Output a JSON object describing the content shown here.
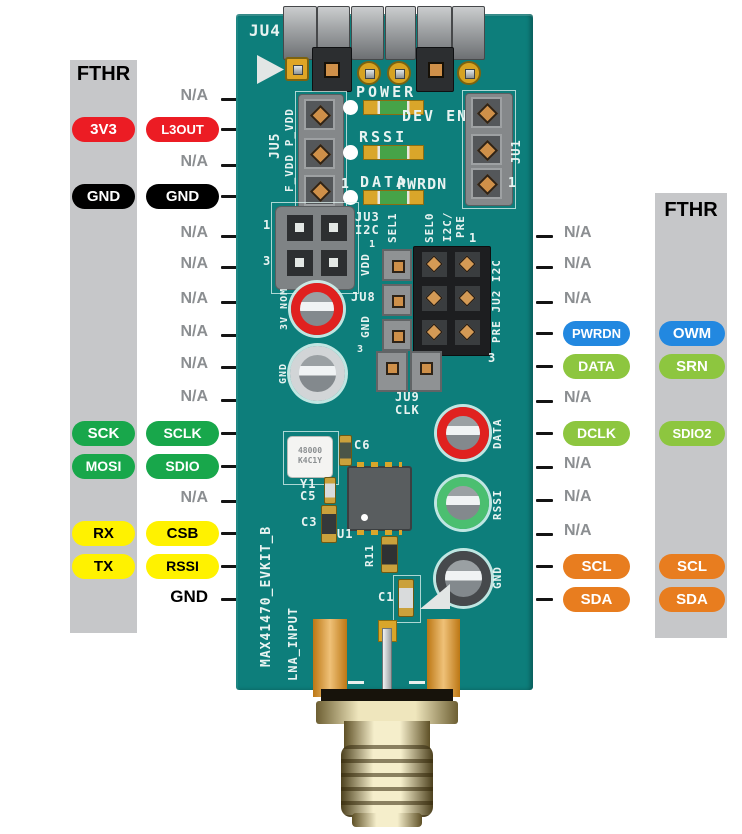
{
  "left_panel": {
    "header": "FTHR",
    "rows": [
      {
        "board": {
          "text": "N/A",
          "style": "na"
        },
        "fthr": null
      },
      {
        "board": {
          "text": "L3OUT",
          "style": "red"
        },
        "fthr": {
          "text": "3V3",
          "style": "red"
        }
      },
      {
        "board": {
          "text": "N/A",
          "style": "na"
        },
        "fthr": null
      },
      {
        "board": {
          "text": "GND",
          "style": "black"
        },
        "fthr": {
          "text": "GND",
          "style": "black"
        }
      },
      {
        "board": {
          "text": "N/A",
          "style": "na"
        },
        "fthr": null
      },
      {
        "board": {
          "text": "N/A",
          "style": "na"
        },
        "fthr": null
      },
      {
        "board": {
          "text": "N/A",
          "style": "na"
        },
        "fthr": null
      },
      {
        "board": {
          "text": "N/A",
          "style": "na"
        },
        "fthr": null
      },
      {
        "board": {
          "text": "N/A",
          "style": "na"
        },
        "fthr": null
      },
      {
        "board": {
          "text": "N/A",
          "style": "na"
        },
        "fthr": null
      },
      {
        "board": {
          "text": "SCLK",
          "style": "green"
        },
        "fthr": {
          "text": "SCK",
          "style": "green"
        }
      },
      {
        "board": {
          "text": "SDIO",
          "style": "green"
        },
        "fthr": {
          "text": "MOSI",
          "style": "green"
        }
      },
      {
        "board": {
          "text": "N/A",
          "style": "na"
        },
        "fthr": null
      },
      {
        "board": {
          "text": "CSB",
          "style": "yellow"
        },
        "fthr": {
          "text": "RX",
          "style": "yellow"
        }
      },
      {
        "board": {
          "text": "RSSI",
          "style": "yellow"
        },
        "fthr": {
          "text": "TX",
          "style": "yellow"
        }
      },
      {
        "board": {
          "text": "GND",
          "style": "text"
        },
        "fthr": null
      }
    ]
  },
  "right_panel": {
    "header": "FTHR",
    "rows": [
      {
        "board": {
          "text": "N/A",
          "style": "na"
        },
        "fthr": null
      },
      {
        "board": {
          "text": "N/A",
          "style": "na"
        },
        "fthr": null
      },
      {
        "board": {
          "text": "N/A",
          "style": "na"
        },
        "fthr": null
      },
      {
        "board": {
          "text": "PWRDN",
          "style": "blue"
        },
        "fthr": {
          "text": "OWM",
          "style": "blue"
        }
      },
      {
        "board": {
          "text": "DATA",
          "style": "lgreen"
        },
        "fthr": {
          "text": "SRN",
          "style": "lgreen"
        }
      },
      {
        "board": {
          "text": "N/A",
          "style": "na"
        },
        "fthr": null
      },
      {
        "board": {
          "text": "DCLK",
          "style": "lgreen"
        },
        "fthr": {
          "text": "SDIO2",
          "style": "lgreen"
        }
      },
      {
        "board": {
          "text": "N/A",
          "style": "na"
        },
        "fthr": null
      },
      {
        "board": {
          "text": "N/A",
          "style": "na"
        },
        "fthr": null
      },
      {
        "board": {
          "text": "N/A",
          "style": "na"
        },
        "fthr": null
      },
      {
        "board": {
          "text": "SCL",
          "style": "orange"
        },
        "fthr": {
          "text": "SCL",
          "style": "orange"
        }
      },
      {
        "board": {
          "text": "SDA",
          "style": "orange"
        },
        "fthr": {
          "text": "SDA",
          "style": "orange"
        }
      }
    ]
  },
  "board": {
    "ju4": "JU4",
    "ju5": "JU5",
    "ju5_pin1": "1",
    "fvdd": "F_VDD P_VDD",
    "power": "POWER",
    "rssi": "RSSI",
    "data": "DATA",
    "dev_en": "DEV EN",
    "pwrdn": "PWRDN",
    "ju1": "JU1",
    "ju1_pin1": "1",
    "ju3": "JU3",
    "ju3_i2c": "I2C",
    "ju3_pin1": "1",
    "ju3_pin3": "3",
    "ju8": "JU8",
    "ju8_vdd": "VDD",
    "ju8_pin1": "1",
    "ju8_gnd": "GND",
    "ju8_pin3": "3",
    "sel1": "SEL1",
    "sel0": "SEL0",
    "i2c_pre": "I2C/\nPRE",
    "ju2_pin1": "1",
    "ju2_side": "PRE JU2 I2C",
    "ju2_pin3": "3",
    "ju9": "JU9",
    "clk": "CLK",
    "tp_3v_nom": "3V NOM",
    "tp_gnd_top": "GND",
    "tp_data": "DATA",
    "tp_rssi": "RSSI",
    "tp_gnd_bot": "GND",
    "y1": "Y1",
    "c5": "C5",
    "c6": "C6",
    "c3": "C3",
    "u1": "U1",
    "r11": "R11",
    "c1": "C1",
    "xtal_line1": "48000",
    "xtal_line2": "K4C1Y",
    "board_name": "MAX41470_EVKIT_B",
    "lna": "LNA_INPUT"
  },
  "colors": {
    "red": "#ec1c24",
    "black": "#000000",
    "green": "#18a74b",
    "light_green": "#8dc63f",
    "blue": "#2288e0",
    "orange": "#e87d1f",
    "yellow": "#fff200",
    "na_text": "#8b8e91",
    "band": "#c6c7c9",
    "board": "#0d7e7b",
    "silk": "#e8f3f1"
  }
}
